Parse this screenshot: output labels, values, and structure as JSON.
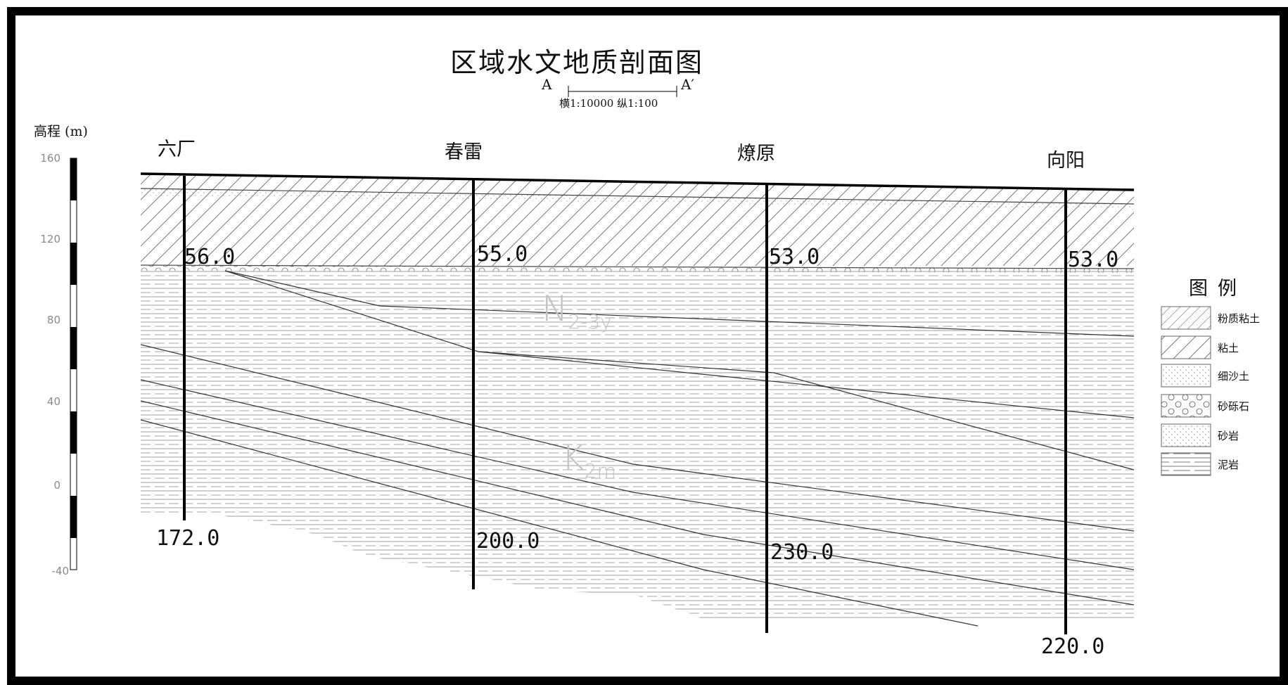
{
  "title": "区域水文地质剖面图",
  "section": {
    "start_label": "A",
    "end_label": "A′",
    "scale_text": "横1:10000 纵1:100"
  },
  "elevation_axis": {
    "label": "高程 (m)",
    "ticks": [
      "160",
      "120",
      "80",
      "40",
      "0",
      "-40"
    ]
  },
  "boreholes": [
    {
      "name": "六厂",
      "top_value": "56.0",
      "depth": "172.0"
    },
    {
      "name": "春雷",
      "top_value": "55.0",
      "depth": "200.0"
    },
    {
      "name": "燎原",
      "top_value": "53.0",
      "depth": "230.0"
    },
    {
      "name": "向阳",
      "top_value": "53.0",
      "depth": "220.0"
    }
  ],
  "formations": [
    {
      "base": "N",
      "sub": "2-3y"
    },
    {
      "base": "K",
      "sub": "2m"
    }
  ],
  "legend": {
    "title": "图例",
    "items": [
      {
        "label": "粉质粘土",
        "pattern": "silty-clay-hatch"
      },
      {
        "label": "粘土",
        "pattern": "clay-hatch"
      },
      {
        "label": "细沙土",
        "pattern": "fine-sand-dots"
      },
      {
        "label": "砂砾石",
        "pattern": "gravel-circles"
      },
      {
        "label": "砂岩",
        "pattern": "sandstone-dots"
      },
      {
        "label": "泥岩",
        "pattern": "mudstone-dashes"
      }
    ]
  },
  "colors": {
    "line": "#000000",
    "hatch": "#7a7a7a",
    "formation_label": "#c4c4c4"
  }
}
